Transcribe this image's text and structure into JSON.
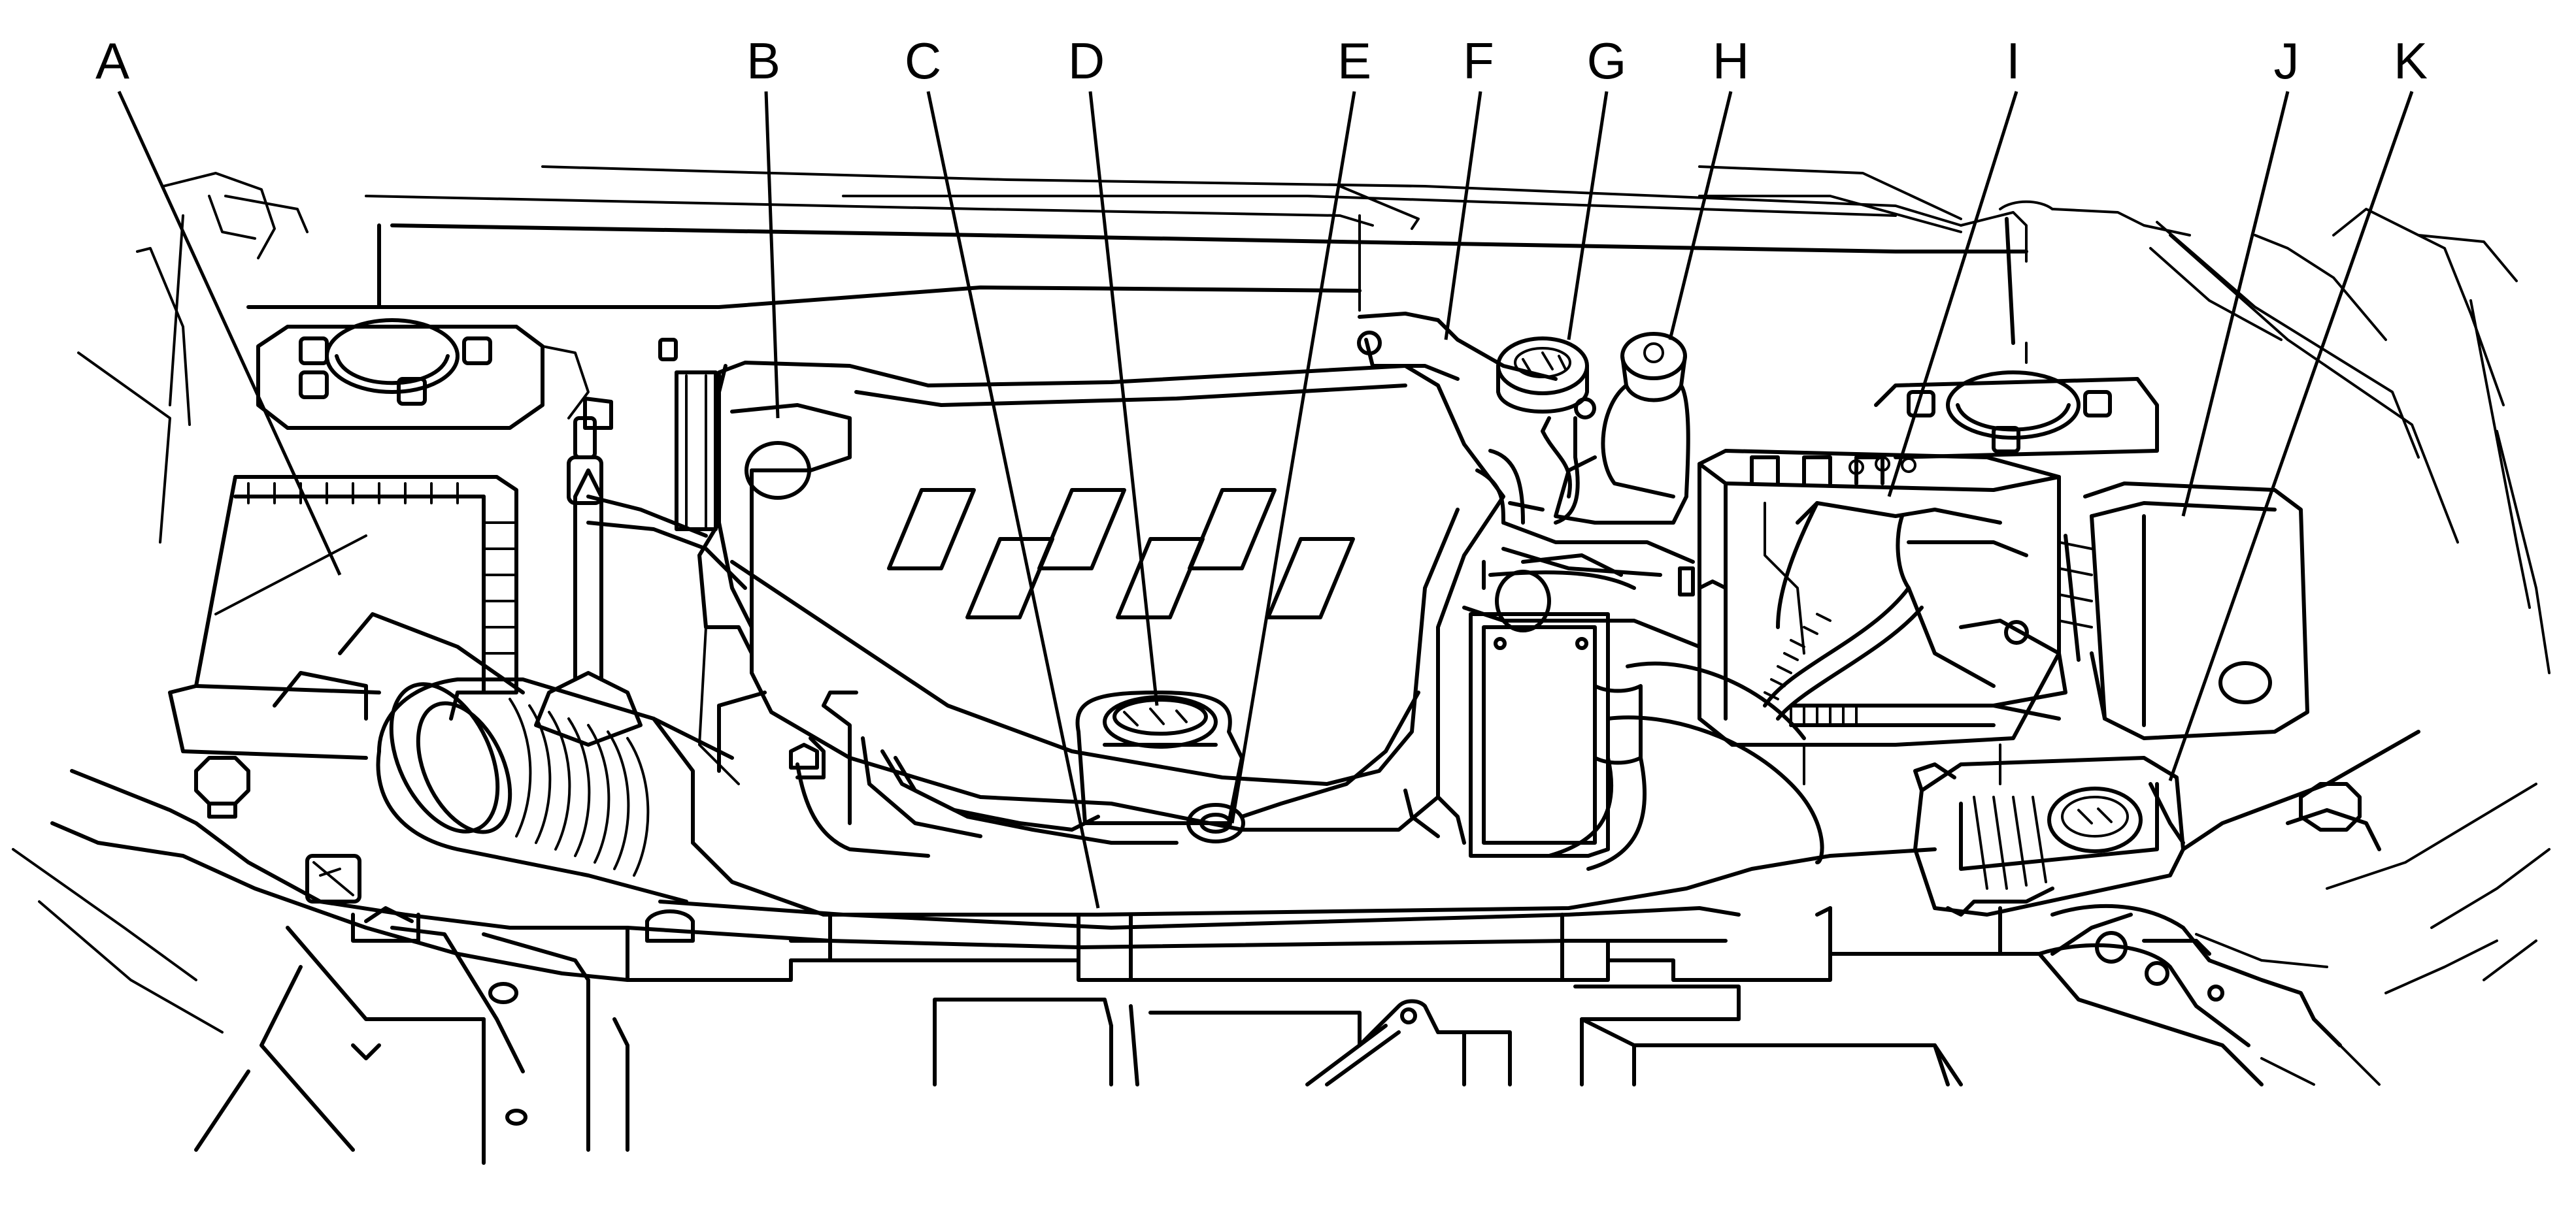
{
  "callouts": {
    "a": {
      "letter": "A"
    },
    "b": {
      "letter": "B"
    },
    "c": {
      "letter": "C"
    },
    "d": {
      "letter": "D"
    },
    "e": {
      "letter": "E"
    },
    "f": {
      "letter": "F"
    },
    "g": {
      "letter": "G"
    },
    "h": {
      "letter": "H"
    },
    "i": {
      "letter": "I"
    },
    "j": {
      "letter": "J"
    },
    "k": {
      "letter": "K"
    }
  },
  "style": {
    "line_color": "#000000",
    "background_color": "#ffffff"
  }
}
